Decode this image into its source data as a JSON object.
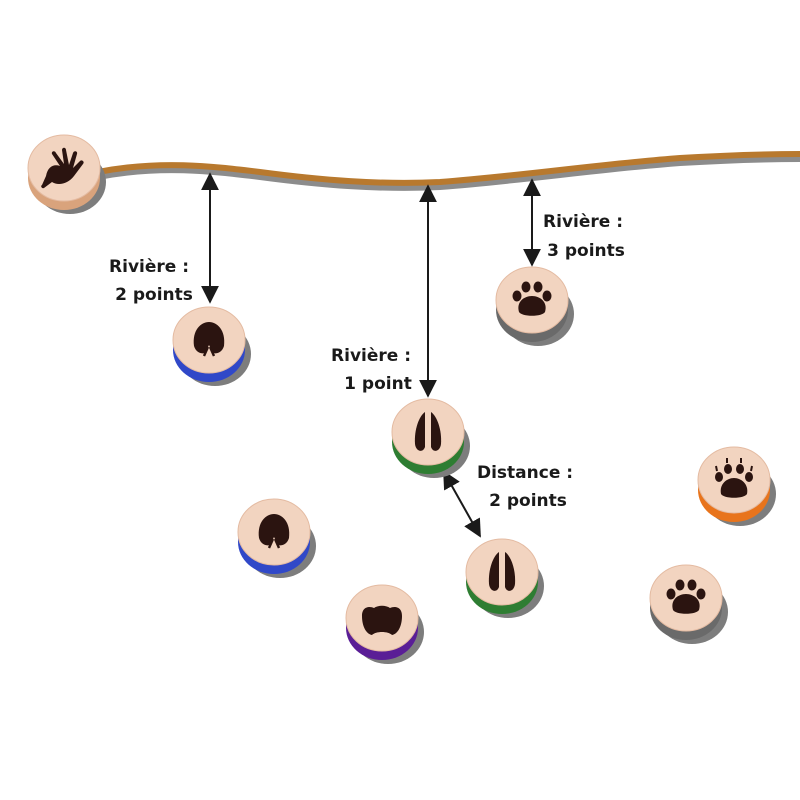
{
  "annotations": {
    "river_2": [
      "Rivière :",
      "2 points"
    ],
    "river_1": [
      "Rivière :",
      "1 point"
    ],
    "river_3": [
      "Rivière :",
      "3 points"
    ],
    "distance_2": [
      "Distance :",
      "2 points"
    ]
  },
  "colors": {
    "token_face": "#f2d4c0",
    "river": "#b8792e",
    "river_shadow": "#8c8c8c",
    "print": "#2b1410",
    "base_blue": "#3048c8",
    "base_green": "#2e7d32",
    "base_purple": "#5a1e96",
    "base_orange": "#e8741c",
    "base_gray": "#6a6a6a",
    "base_tan": "#d9a37c"
  },
  "tokens": [
    {
      "id": "start-token",
      "track": "hand-print-icon",
      "base": "base_tan"
    },
    {
      "id": "token-boar-blue-top",
      "track": "boar-print-icon",
      "base": "base_blue"
    },
    {
      "id": "token-deer-green-center",
      "track": "deer-print-icon",
      "base": "base_green"
    },
    {
      "id": "token-paw-gray-top",
      "track": "cat-paw-print-icon",
      "base": "base_gray"
    },
    {
      "id": "token-boar-blue-bottom",
      "track": "boar-print-icon",
      "base": "base_blue"
    },
    {
      "id": "token-deer-green-bottom",
      "track": "deer-print-icon",
      "base": "base_green"
    },
    {
      "id": "token-badger-purple",
      "track": "badger-print-icon",
      "base": "base_purple"
    },
    {
      "id": "token-claw-orange",
      "track": "claw-paw-print-icon",
      "base": "base_orange"
    },
    {
      "id": "token-paw-gray-bottom",
      "track": "cat-paw-print-icon",
      "base": "base_gray"
    }
  ]
}
